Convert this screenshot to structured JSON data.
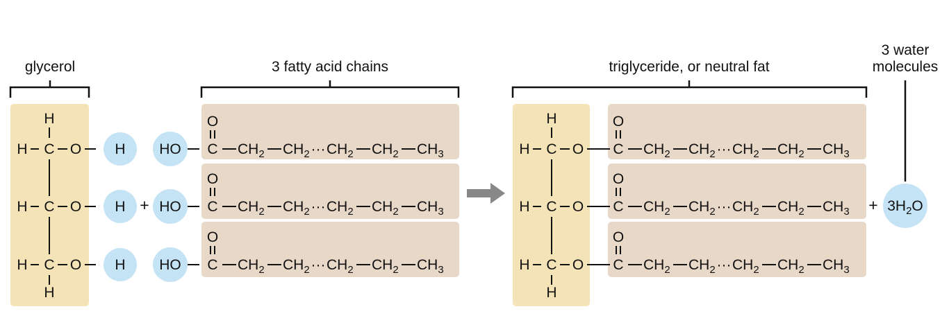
{
  "labels": {
    "glycerol": "glycerol",
    "fatty_acids": "3 fatty acid chains",
    "triglyceride": "triglyceride, or neutral fat",
    "water_line1": "3 water",
    "water_line2": "molecules"
  },
  "atoms": {
    "H": "H",
    "C": "C",
    "O": "O",
    "HO": "HO",
    "CH2": "CH",
    "CH3": "CH",
    "sub2": "2",
    "sub3": "3",
    "water_prefix": "3H",
    "water_sub": "2",
    "water_suffix": "O"
  },
  "symbols": {
    "plus": "+",
    "dash": "−",
    "ellipsis": "···",
    "arrow": "reaction-arrow"
  },
  "colors": {
    "glycerol_box": "#f3e3b6",
    "fatty_acid_box": "#e8d8c8",
    "bubble": "#c4e3f5",
    "arrow": "#888888",
    "text": "#111111"
  }
}
